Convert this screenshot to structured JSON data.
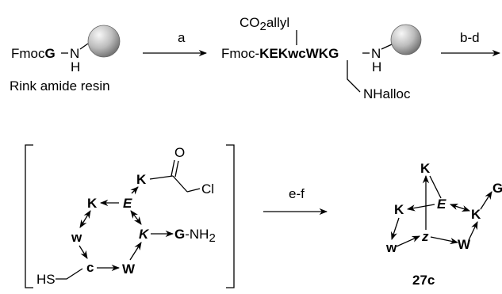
{
  "scheme": {
    "start": {
      "prefix": "Fmoc",
      "residue": "G",
      "nh_n": "N",
      "nh_h": "H",
      "caption": "Rink amide resin"
    },
    "step_a": {
      "label": "a"
    },
    "intermediate": {
      "prefix": "Fmoc-",
      "sequence": "KEKwcWKG",
      "dash": "-",
      "nh_n": "N",
      "nh_h": "H",
      "side_top": "CO2allyl",
      "side_top_main": "CO",
      "side_top_sub": "2",
      "side_top_rest": "allyl",
      "side_bottom": "NHalloc"
    },
    "step_bd": {
      "label": "b-d"
    },
    "bracket_compound": {
      "o": "O",
      "cl": "Cl",
      "k_top": "K",
      "e": "E",
      "k_left": "K",
      "k_mid": "K",
      "w_lower": "w",
      "c_lower": "c",
      "w_upper": "W",
      "g_nh2_g": "G",
      "g_nh2_rest": "-NH",
      "g_nh2_sub": "2",
      "hs": "HS"
    },
    "step_ef": {
      "label": "e-f"
    },
    "product": {
      "k_top": "K",
      "k_left": "K",
      "e": "E",
      "k_right": "K",
      "g": "G",
      "z": "z",
      "w_lower": "w",
      "w_upper": "W",
      "label": "27c"
    }
  },
  "colors": {
    "ink": "#000000",
    "bead_light": "#f2f2f2",
    "bead_dark": "#7a7a7a"
  }
}
